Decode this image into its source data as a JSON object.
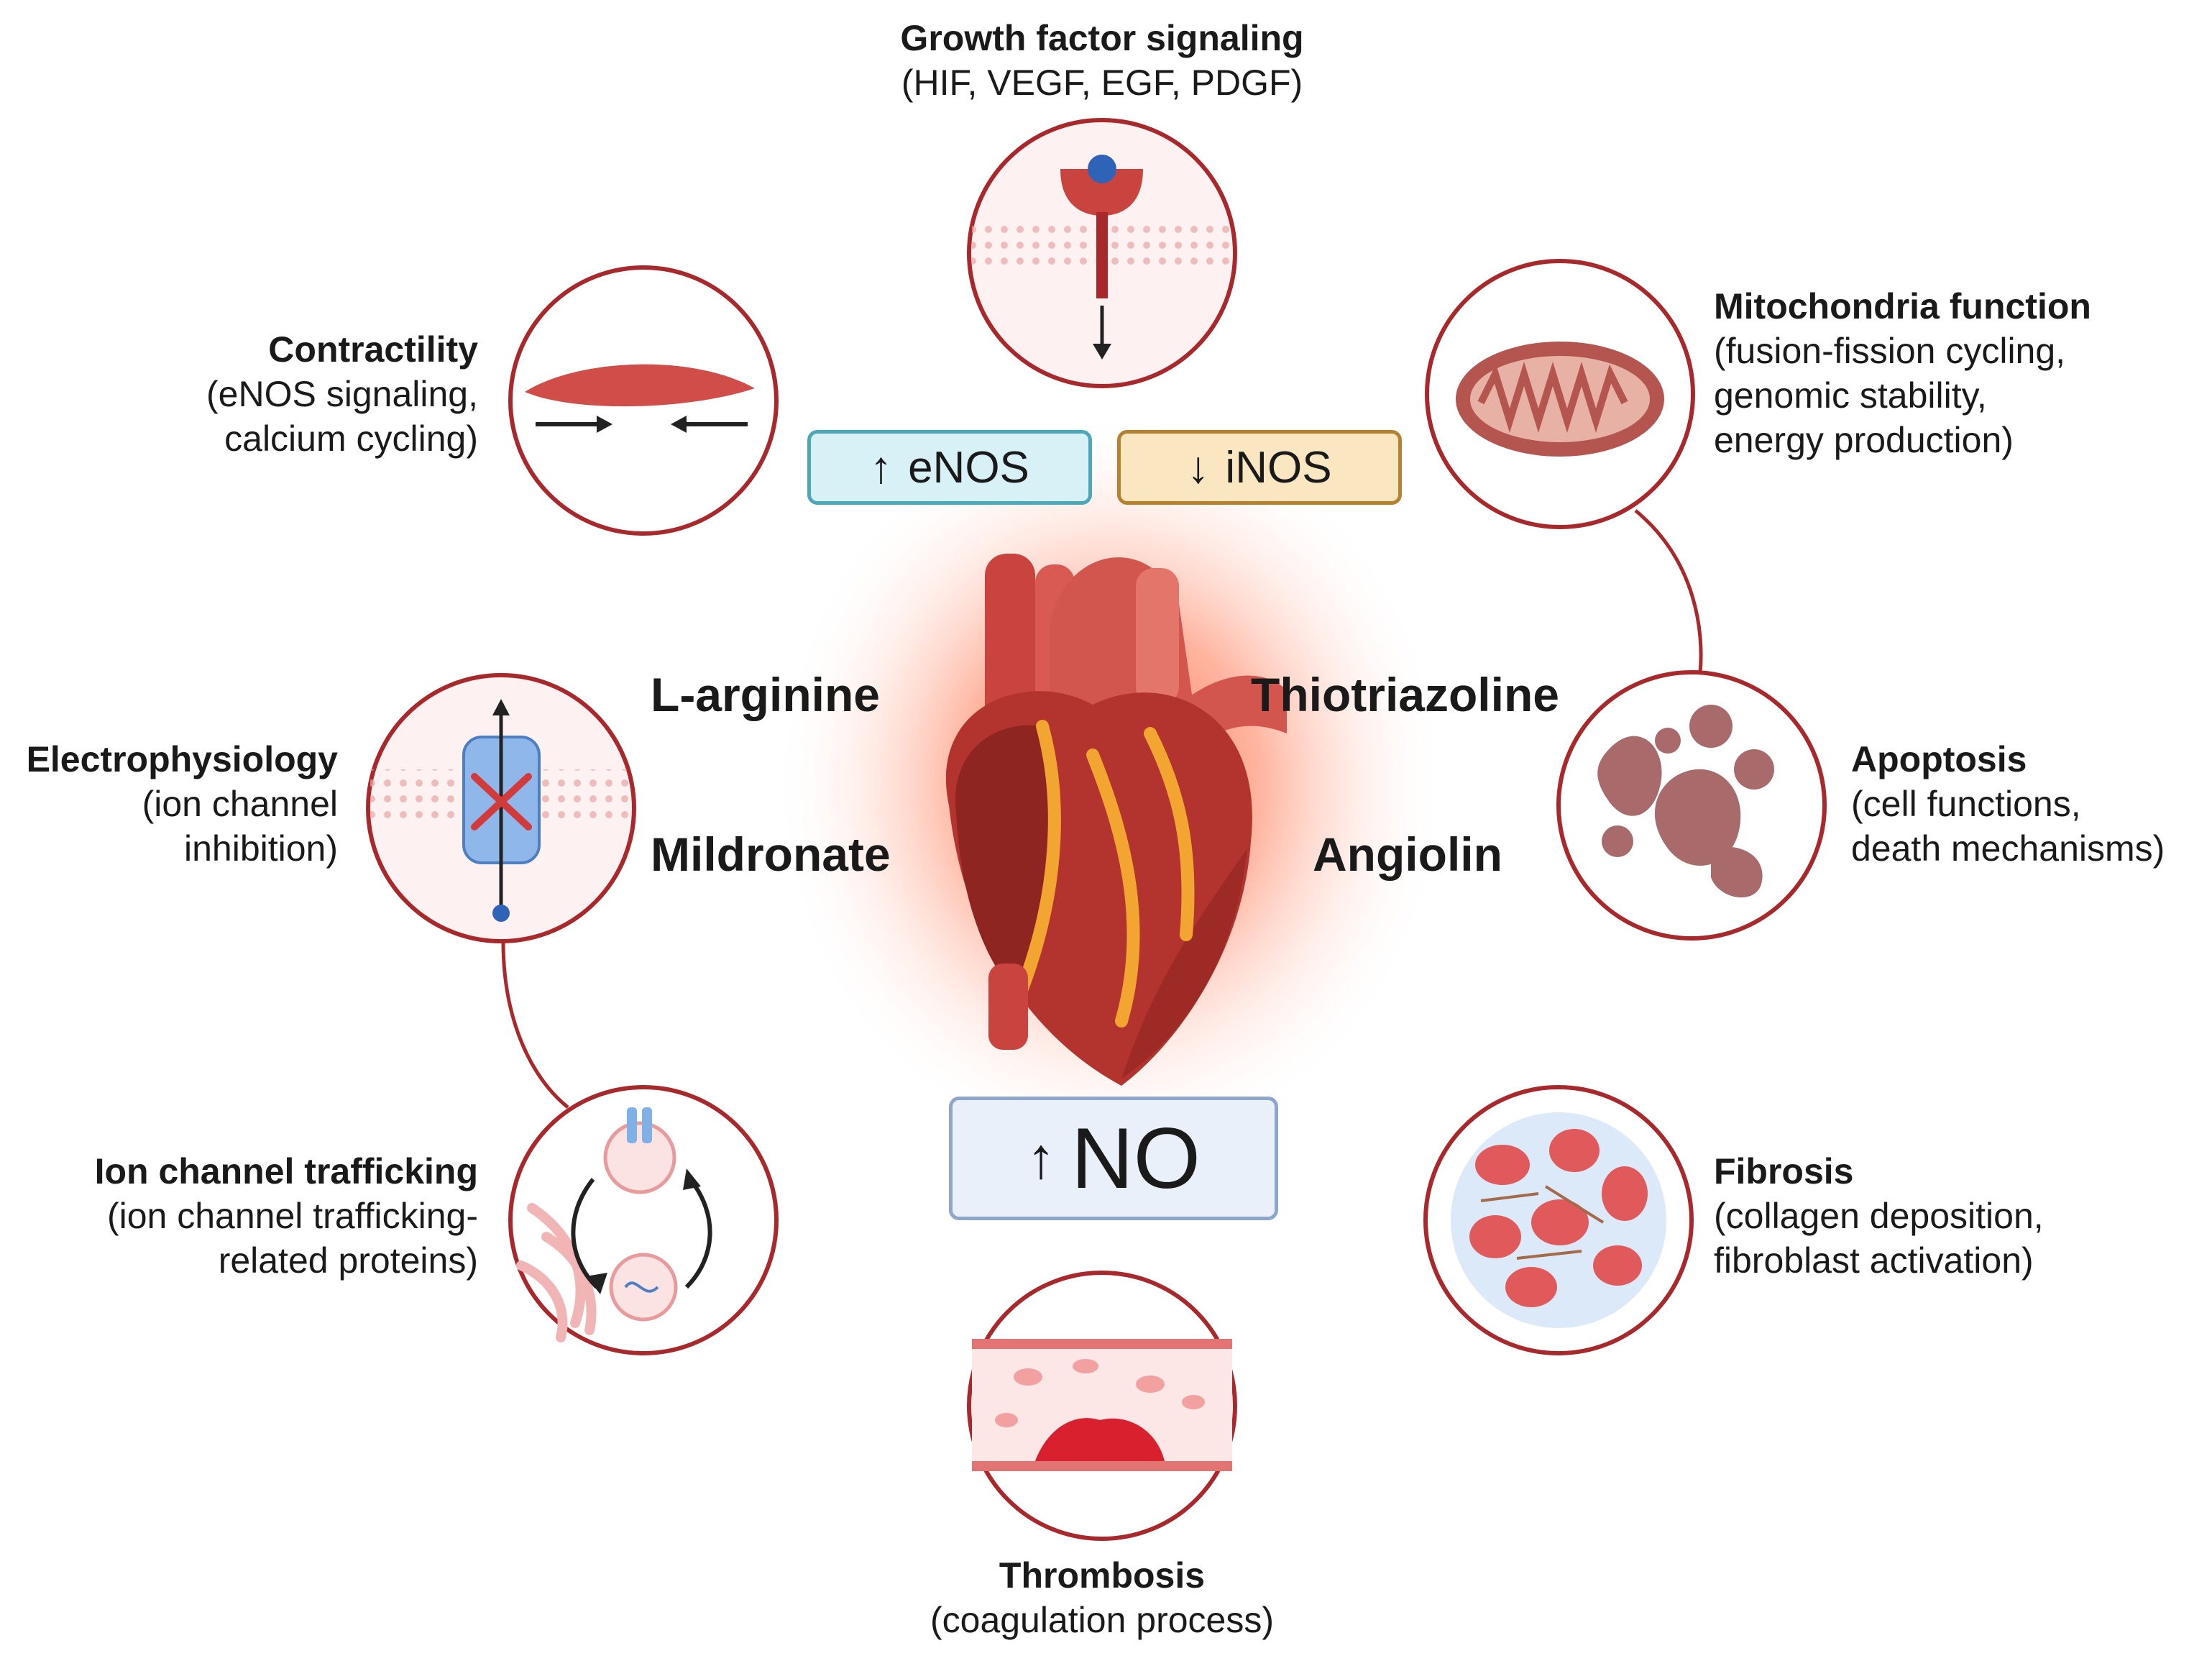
{
  "nodes": {
    "growth": {
      "title": "Growth factor signaling",
      "lines": [
        "(HIF, VEGF, EGF, PDGF)"
      ]
    },
    "contractility": {
      "title": "Contractility",
      "lines": [
        "(eNOS signaling,",
        "calcium cycling)"
      ]
    },
    "mito": {
      "title": "Mitochondria function",
      "lines": [
        "(fusion-fission cycling,",
        "genomic stability,",
        "energy production)"
      ]
    },
    "electro": {
      "title": "Electrophysiology",
      "lines": [
        "(ion channel",
        "inhibition)"
      ]
    },
    "apoptosis": {
      "title": "Apoptosis",
      "lines": [
        "(cell functions,",
        "death mechanisms)"
      ]
    },
    "ion": {
      "title": "Ion channel trafficking",
      "lines": [
        "(ion channel trafficking-",
        "related proteins)"
      ]
    },
    "fibrosis": {
      "title": "Fibrosis",
      "lines": [
        "(collagen deposition,",
        "fibroblast activation)"
      ]
    },
    "thrombosis": {
      "title": "Thrombosis",
      "lines": [
        "(coagulation process)"
      ]
    }
  },
  "drugs": [
    "L-arginine",
    "Thiotriazoline",
    "Mildronate",
    "Angiolin"
  ],
  "badges": {
    "enos": {
      "arrow": "↑",
      "label": "eNOS",
      "color": "#4aa8b8",
      "fill": "#d7f1f6"
    },
    "inos": {
      "arrow": "↓",
      "label": "iNOS",
      "color": "#b5812e",
      "fill": "#fbe6c2"
    },
    "no": {
      "arrow": "↑",
      "label": "NO",
      "color": "#8ea6cc",
      "fill": "#eaf0fa"
    }
  },
  "colors": {
    "ring": "#a8282c",
    "ring_fill": "#fdf1f1",
    "heart": "#b3342f",
    "glow": "#ff5a3a"
  }
}
